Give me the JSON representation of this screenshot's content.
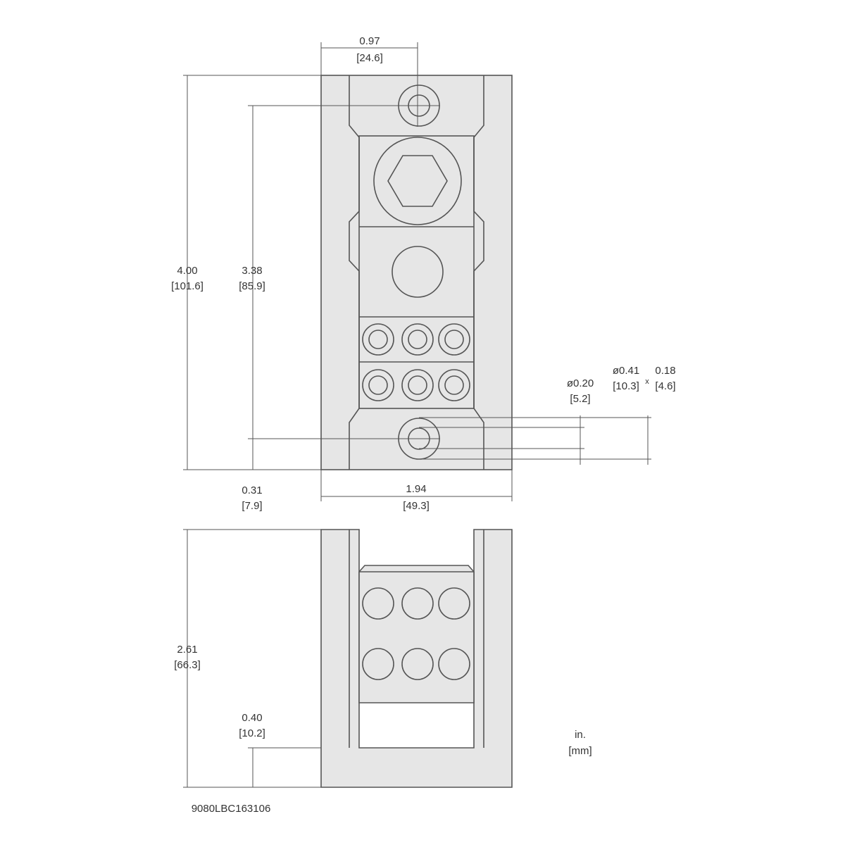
{
  "dimensions": {
    "top_width": {
      "in": "0.97",
      "mm": "[24.6]"
    },
    "height": {
      "in": "4.00",
      "mm": "[101.6]"
    },
    "hole_spacing": {
      "in": "3.38",
      "mm": "[85.9]"
    },
    "hole_offset": {
      "in": "0.31",
      "mm": "[7.9]"
    },
    "width": {
      "in": "1.94",
      "mm": "[49.3]"
    },
    "hole_dia": {
      "in": "ø0.20",
      "mm": "[5.2]"
    },
    "counterbore_dia": {
      "in": "ø0.41",
      "mm": "[10.3]"
    },
    "counterbore_sep": "x",
    "counterbore_depth": {
      "in": "0.18",
      "mm": "[4.6]"
    },
    "side_height": {
      "in": "2.61",
      "mm": "[66.3]"
    },
    "base_thickness": {
      "in": "0.40",
      "mm": "[10.2]"
    }
  },
  "units": {
    "in": "in.",
    "mm": "[mm]"
  },
  "part_number": "9080LBC163106"
}
